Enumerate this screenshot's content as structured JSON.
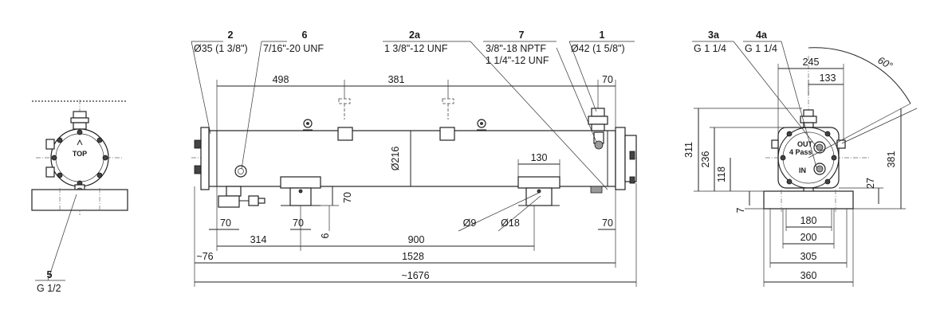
{
  "callouts": {
    "c2": {
      "num": "2",
      "spec": "Ø35 (1 3/8\")"
    },
    "c6": {
      "num": "6",
      "spec": "7/16\"-20 UNF"
    },
    "c2a": {
      "num": "2a",
      "spec": "1 3/8\"-12 UNF"
    },
    "c7": {
      "num": "7",
      "spec1": "3/8\"-18 NPTF",
      "spec2": "1 1/4\"-12 UNF"
    },
    "c1": {
      "num": "1",
      "spec": "Ø42 (1 5/8\")"
    },
    "c3a": {
      "num": "3a",
      "spec": "G 1 1/4"
    },
    "c4a": {
      "num": "4a",
      "spec": "G 1 1/4"
    },
    "c5": {
      "num": "5",
      "spec": "G 1/2"
    }
  },
  "side_view": {
    "top_label": "TOP"
  },
  "end_view": {
    "out_label": "OUT",
    "pass_label": "4 Pass",
    "in_label": "IN",
    "angle": "60°"
  },
  "dims_front": {
    "d498": "498",
    "d381": "381",
    "d70_top": "70",
    "d216": "Ø216",
    "d130": "130",
    "d70_v": "70",
    "d70_a": "70",
    "d70_b": "70",
    "d70_c": "70",
    "d6": "6",
    "d314": "314",
    "d900": "900",
    "d9": "Ø9",
    "d18": "Ø18",
    "d76": "~76",
    "d1528": "1528",
    "d1676": "~1676"
  },
  "dims_end": {
    "d245": "245",
    "d133": "133",
    "d311": "311",
    "d236": "236",
    "d118": "118",
    "d381": "381",
    "d27": "27",
    "d7": "7",
    "d180": "180",
    "d200": "200",
    "d305": "305",
    "d360": "360"
  }
}
